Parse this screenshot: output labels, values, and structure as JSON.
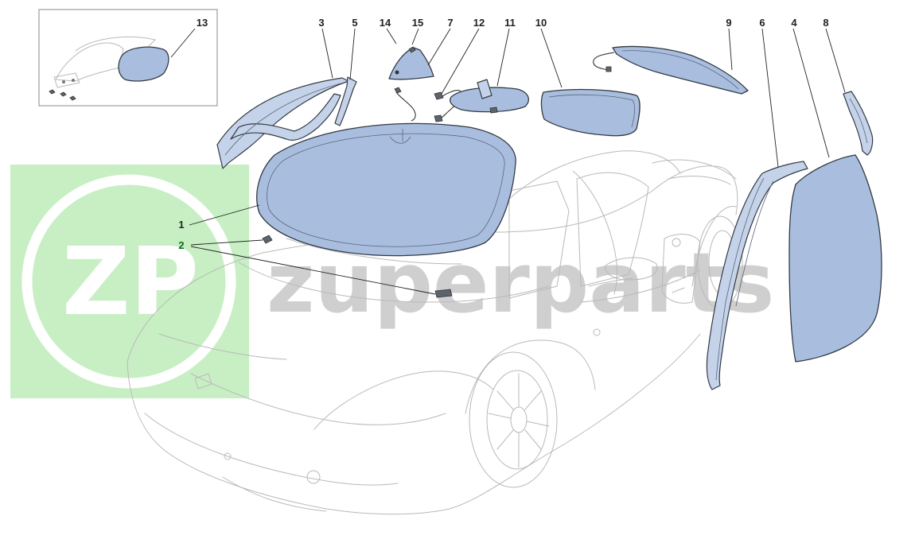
{
  "watermark": {
    "logo_text": "ZP",
    "brand_text": "zuperparts",
    "logo_bg_color": "#c8efc4",
    "brand_text_color": "#b3b3b3"
  },
  "callouts": {
    "c1": "1",
    "c2": "2",
    "c3": "3",
    "c4": "4",
    "c5": "5",
    "c6": "6",
    "c7": "7",
    "c8": "8",
    "c9": "9",
    "c10": "10",
    "c11": "11",
    "c12": "12",
    "c13": "13",
    "c14": "14",
    "c15": "15"
  },
  "colors": {
    "glass_fill": "#a9bedf",
    "part_outline": "#333a44",
    "car_outline": "#b9b9b9",
    "callout_highlight": "#0f6b1e"
  }
}
